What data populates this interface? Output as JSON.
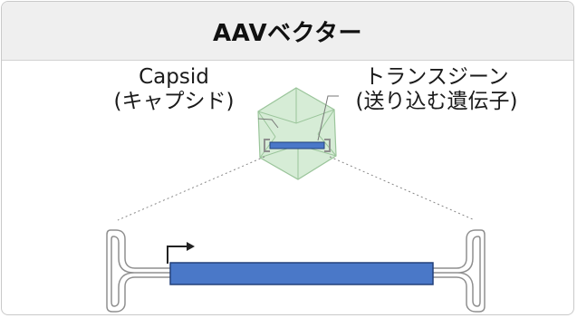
{
  "header": {
    "title": "AAVベクター"
  },
  "labels": {
    "capsid_en": "Capsid",
    "capsid_ja": "(キャプシド)",
    "transgene_ja": "トランスジーン",
    "transgene_desc": "(送り込む遺伝子)"
  },
  "colors": {
    "capsid_fill": "#cfe9cf",
    "capsid_stroke": "#9bc59b",
    "gene": "#4a78c8",
    "gene_stroke": "#23407a",
    "itr": "#8f8f8f",
    "header_bg": "#efefef"
  }
}
